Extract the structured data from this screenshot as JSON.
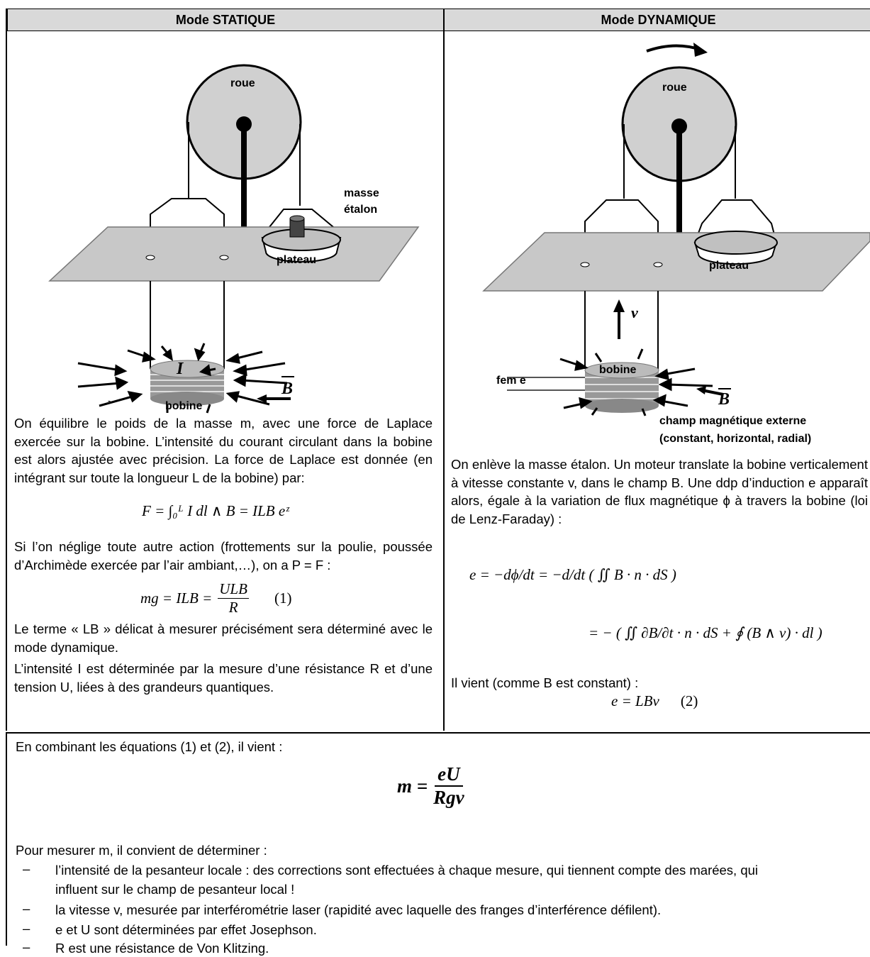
{
  "headers": {
    "static": "Mode STATIQUE",
    "dynamic": "Mode DYNAMIQUE"
  },
  "static_fig": {
    "wheel": "roue",
    "mass1": "masse",
    "mass2": "étalon",
    "plate": "plateau",
    "coil": "bobine",
    "current": "I",
    "field": "B"
  },
  "dynamic_fig": {
    "wheel": "roue",
    "plate": "plateau",
    "coil": "bobine",
    "velocity": "v",
    "emf": "fem e",
    "field": "B",
    "ext1": "champ magnétique externe",
    "ext2": "(constant, horizontal, radial)"
  },
  "static_text": {
    "p1": "On équilibre le poids de la masse m, avec une force de Laplace exercée sur la bobine. L’intensité du courant circulant dans la bobine est alors ajustée avec précision. La force de Laplace est donnée (en intégrant sur toute la longueur L de la bobine) par:",
    "eq_force": "F = ∫₀ᴸ I dl ∧ B = ILB eᶻ",
    "p2": "Si l’on néglige toute autre action (frottements sur la poulie, poussée d’Archimède exercée par l’air ambiant,…), on a P = F :",
    "eq1_left": "mg = ILB =",
    "eq1_num": "ULB",
    "eq1_den": "R",
    "eq1_tag": "(1)",
    "p3": "Le terme « LB » délicat à mesurer précisément sera déterminé avec le mode dynamique.",
    "p4": "L’intensité I est déterminée par la mesure d’une résistance R et d’une tension U, liées à des grandeurs quantiques."
  },
  "dynamic_text": {
    "p1": "On enlève la masse étalon. Un moteur translate la bobine verticalement à vitesse constante v, dans le champ B. Une ddp d’induction e apparaît alors, égale à la variation de flux magnétique ϕ à travers la bobine (loi de Lenz-Faraday) :",
    "eq_flux1": "e = −dϕ/dt = −d/dt ( ∬ B · n · dS )",
    "eq_flux2": "= − ( ∬ ∂B/∂t · n · dS + ∮ (B ∧ v) · dl )",
    "p2": "Il vient (comme B est constant) :",
    "eq2": "e = LBv",
    "eq2_tag": "(2)"
  },
  "bottom": {
    "intro": "En combinant les équations (1) et (2), il vient :",
    "eq_left": "m =",
    "eq_num": "eU",
    "eq_den": "Rgv",
    "lead": "Pour mesurer m, il convient de déterminer :",
    "items": [
      "l’intensité de la pesanteur locale : des corrections sont effectuées à chaque mesure, qui tiennent compte des marées, qui",
      "influent sur le champ de pesanteur local !",
      "la vitesse v, mesurée par interférométrie laser (rapidité avec laquelle des franges d’interférence défilent).",
      "e et U sont déterminées par effet Josephson.",
      "R est une résistance de Von Klitzing."
    ],
    "dash": "–"
  }
}
